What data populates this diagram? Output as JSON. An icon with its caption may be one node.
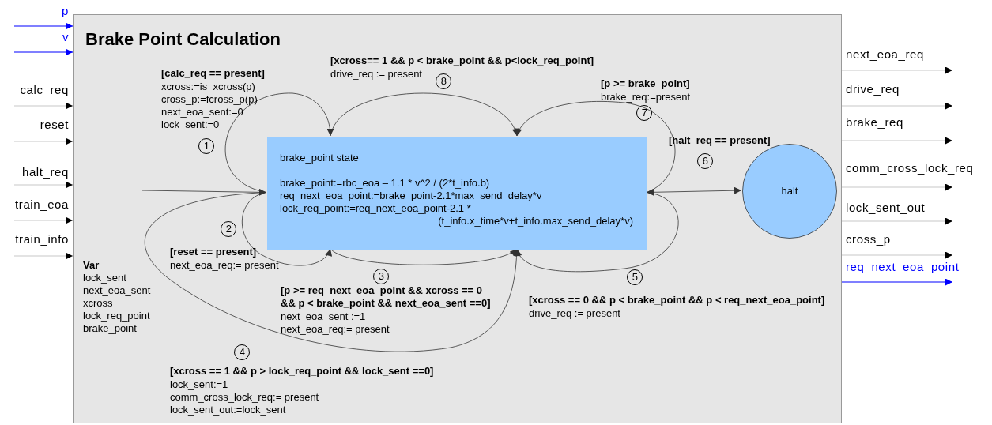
{
  "diagram": {
    "nodes": [
      {
        "text": [
          "Brake Point Calculation"
        ]
      },
      {
        "text": [
          "brake_point state",
          "brake_point:=rbc_eoa – 1.1 * v^2 / (2*t_info.b)",
          "req_next_eoa_point:=brake_point-2.1*max_send_delay*v",
          "lock_req_point:=req_next_eoa_point-2.1 * (t_info.x_time*v+t_info.max_send_delay*v)"
        ],
        "in": 0
      },
      {
        "text": [
          "halt"
        ],
        "in": 0
      }
    ],
    "edges": [
      {
        "from": null,
        "to": 1,
        "arrow": "to",
        "color": "#333333"
      },
      {
        "from": 1,
        "to": 1,
        "arrow": "to",
        "color": "#333333"
      },
      {
        "from": 1,
        "to": 1,
        "arrow": "to",
        "color": "#333333"
      },
      {
        "from": 1,
        "to": 1,
        "arrow": "to",
        "color": "#333333"
      },
      {
        "from": 1,
        "to": 1,
        "arrow": "to",
        "color": "#333333"
      },
      {
        "from": 1,
        "to": 1,
        "arrow": "to",
        "color": "#333333"
      },
      {
        "from": 1,
        "to": 2,
        "arrow": "both",
        "color": "#333333"
      },
      {
        "from": 1,
        "to": 1,
        "arrow": "to",
        "color": "#333333"
      },
      {
        "from": 1,
        "to": 1,
        "arrow": "to",
        "color": "#333333"
      },
      {
        "from": null,
        "to": 0,
        "arrow": "to",
        "label": "p",
        "color": "#0000ff"
      },
      {
        "from": null,
        "to": 0,
        "arrow": "to",
        "label": "v",
        "color": "#0000ff"
      },
      {
        "from": null,
        "to": 0,
        "arrow": "to",
        "label": "calc_req"
      },
      {
        "from": null,
        "to": 0,
        "arrow": "to",
        "label": "reset"
      },
      {
        "from": null,
        "to": 0,
        "arrow": "to",
        "label": "halt_req"
      },
      {
        "from": null,
        "to": 0,
        "arrow": "to",
        "label": "train_eoa"
      },
      {
        "from": null,
        "to": 0,
        "arrow": "to",
        "label": "train_info"
      },
      {
        "from": 0,
        "to": null,
        "arrow": "to",
        "label": "next_eoa_req"
      },
      {
        "from": 0,
        "to": null,
        "arrow": "to",
        "label": "drive_req"
      },
      {
        "from": 0,
        "to": null,
        "arrow": "to",
        "label": "brake_req"
      },
      {
        "from": 0,
        "to": null,
        "arrow": "to",
        "label": "comm_cross_lock_req"
      },
      {
        "from": 0,
        "to": null,
        "arrow": "to",
        "label": "lock_sent_out"
      },
      {
        "from": 0,
        "to": null,
        "arrow": "to",
        "label": "cross_p"
      },
      {
        "from": 0,
        "to": null,
        "arrow": "to",
        "label": "req_next_eoa_point",
        "color": "#0000ff"
      }
    ],
    "labels": [
      "[calc_req == present]",
      "xcross:=is_xcross(p)",
      "cross_p:=fcross_p(p)",
      "next_eoa_sent:=0",
      "lock_sent:=0",
      "1",
      "[xcross== 1 && p < brake_point && p<lock_req_point]",
      "drive_req := present",
      "8",
      "[p >= brake_point]",
      "brake_req:=present",
      "7",
      "[halt_req == present]",
      "6",
      "2",
      "[reset == present]",
      "next_eoa_req:= present",
      "Var",
      "lock_sent",
      "next_eoa_sent",
      "xcross",
      "lock_req_point",
      "brake_point",
      "3",
      "[p >= req_next_eoa_point && xcross == 0 && p < brake_point && next_eoa_sent ==0]",
      "next_eoa_sent :=1",
      "next_eoa_req:= present",
      "5",
      "[xcross == 0 && p < brake_point && p < req_next_eoa_point]",
      "drive_req := present",
      "4",
      "[xcross == 1 && p > lock_req_point && lock_sent ==0]",
      "lock_sent:=1",
      "comm_cross_lock_req:= present",
      "lock_sent_out:=lock_sent"
    ]
  }
}
